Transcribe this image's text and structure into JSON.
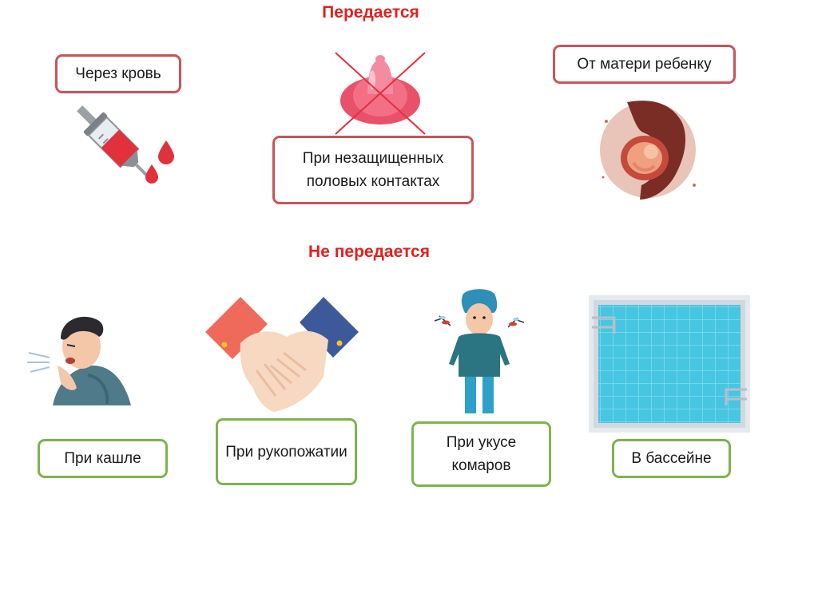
{
  "transmitted": {
    "heading": "Передается",
    "items": [
      {
        "label": "Через кровь",
        "icon": "syringe-icon"
      },
      {
        "label": "При незащищенных половых контактах",
        "icon": "crossed-condom-icon"
      },
      {
        "label": "От матери ребенку",
        "icon": "pregnancy-icon"
      }
    ]
  },
  "not_transmitted": {
    "heading": "Не передается",
    "items": [
      {
        "label": "При кашле",
        "icon": "coughing-person-icon"
      },
      {
        "label": "При рукопожатии",
        "icon": "handshake-icon"
      },
      {
        "label": "При укусе комаров",
        "icon": "mosquito-bite-icon"
      },
      {
        "label": "В бассейне",
        "icon": "swimming-pool-icon"
      }
    ]
  },
  "colors": {
    "heading": "#e02020",
    "transmitted_border": "#c8545a",
    "not_transmitted_border": "#7fb24e"
  }
}
